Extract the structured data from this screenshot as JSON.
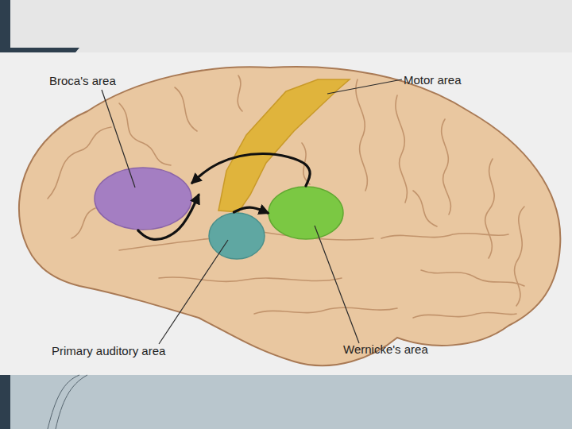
{
  "diagram": {
    "nodes": [
      {
        "text": [
          "Broca's area"
        ]
      },
      {
        "text": [
          "Motor area"
        ]
      },
      {
        "text": [
          "Primary auditory area"
        ]
      },
      {
        "text": [
          "Wernicke's area"
        ]
      }
    ],
    "edges": [
      {
        "from": 2,
        "to": 3,
        "arrow": "to"
      },
      {
        "from": 3,
        "to": 0,
        "arrow": "to"
      },
      {
        "from": 0,
        "to": 1,
        "arrow": "to"
      }
    ]
  }
}
